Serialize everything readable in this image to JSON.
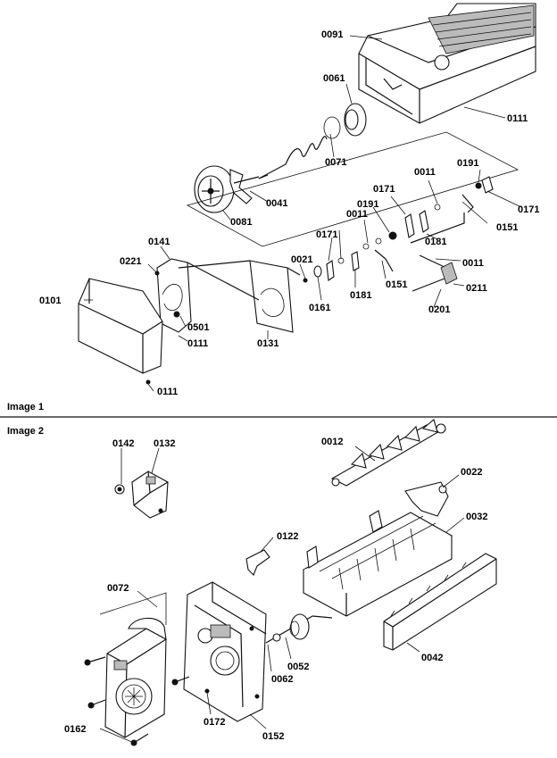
{
  "panels": [
    {
      "caption": "Image 1"
    },
    {
      "caption": "Image 2"
    }
  ],
  "labels": {
    "p0091": "0091",
    "p0061": "0061",
    "p0111a": "0111",
    "p0071": "0071",
    "p0041": "0041",
    "p0081": "0081",
    "p0011a": "0011",
    "p0191a": "0191",
    "p0171a": "0171",
    "p0171b": "0171",
    "p0191b": "0191",
    "p0011b": "0011",
    "p0151a": "0151",
    "p0181a": "0181",
    "p0011c": "0011",
    "p0171c": "0171",
    "p0141": "0141",
    "p0221": "0221",
    "p0021": "0021",
    "p0211": "0211",
    "p0101": "0101",
    "p0501": "0501",
    "p0161": "0161",
    "p0181b": "0181",
    "p0151b": "0151",
    "p0201": "0201",
    "p0111b": "0111",
    "p0131": "0131",
    "p0111c": "0111",
    "p0142": "0142",
    "p0132": "0132",
    "p0012": "0012",
    "p0022": "0022",
    "p0032": "0032",
    "p0122": "0122",
    "p0072": "0072",
    "p0052": "0052",
    "p0062": "0062",
    "p0042": "0042",
    "p0162": "0162",
    "p0172": "0172",
    "p0152": "0152"
  }
}
